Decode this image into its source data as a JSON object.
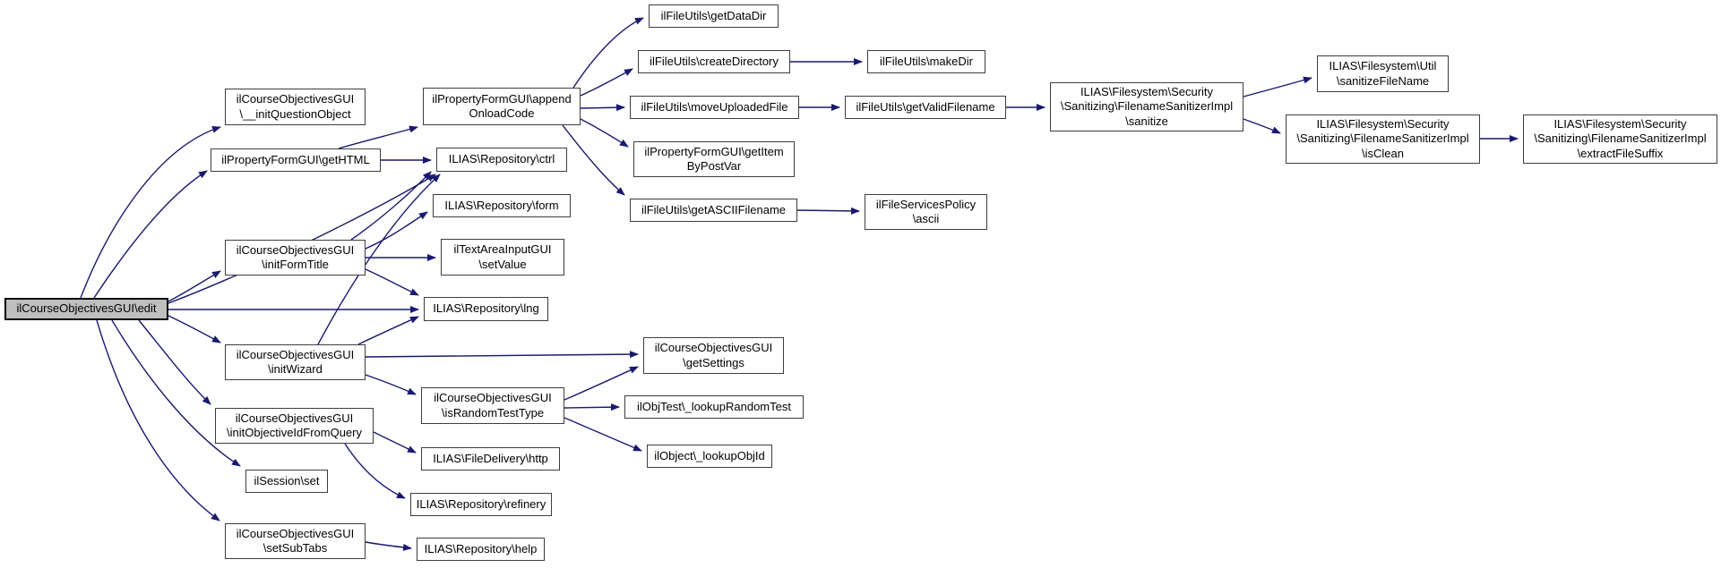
{
  "diagram": {
    "type": "call-graph",
    "direction": "left-to-right",
    "edge_color": "#191970",
    "node_fill": "#ffffff",
    "node_border_color": "#3d3d3d",
    "root_fill": "#bfbfbf",
    "root_border_color": "#000000"
  },
  "nodes": [
    {
      "id": "edit",
      "label": "ilCourseObjectivesGUI\\edit",
      "root": true
    },
    {
      "id": "init-question-object",
      "label": "ilCourseObjectivesGUI\n\\__initQuestionObject"
    },
    {
      "id": "get-html",
      "label": "ilPropertyFormGUI\\getHTML"
    },
    {
      "id": "init-form-title",
      "label": "ilCourseObjectivesGUI\n\\initFormTitle"
    },
    {
      "id": "init-wizard",
      "label": "ilCourseObjectivesGUI\n\\initWizard"
    },
    {
      "id": "init-objective-id-from-query",
      "label": "ilCourseObjectivesGUI\n\\initObjectiveIdFromQuery"
    },
    {
      "id": "session-set",
      "label": "ilSession\\set"
    },
    {
      "id": "set-sub-tabs",
      "label": "ilCourseObjectivesGUI\n\\setSubTabs"
    },
    {
      "id": "append-onload-code",
      "label": "ilPropertyFormGUI\\append\nOnloadCode"
    },
    {
      "id": "ctrl",
      "label": "ILIAS\\Repository\\ctrl"
    },
    {
      "id": "form",
      "label": "ILIAS\\Repository\\form"
    },
    {
      "id": "set-value",
      "label": "ilTextAreaInputGUI\n\\setValue"
    },
    {
      "id": "lng",
      "label": "ILIAS\\Repository\\lng"
    },
    {
      "id": "is-random-test-type",
      "label": "ilCourseObjectivesGUI\n\\isRandomTestType"
    },
    {
      "id": "http",
      "label": "ILIAS\\FileDelivery\\http"
    },
    {
      "id": "refinery",
      "label": "ILIAS\\Repository\\refinery"
    },
    {
      "id": "help",
      "label": "ILIAS\\Repository\\help"
    },
    {
      "id": "get-data-dir",
      "label": "ilFileUtils\\getDataDir"
    },
    {
      "id": "create-directory",
      "label": "ilFileUtils\\createDirectory"
    },
    {
      "id": "move-uploaded-file",
      "label": "ilFileUtils\\moveUploadedFile"
    },
    {
      "id": "get-item-by-post-var",
      "label": "ilPropertyFormGUI\\getItem\nByPostVar"
    },
    {
      "id": "get-ascii-filename",
      "label": "ilFileUtils\\getASCIIFilename"
    },
    {
      "id": "get-settings",
      "label": "ilCourseObjectivesGUI\n\\getSettings"
    },
    {
      "id": "lookup-random-test",
      "label": "ilObjTest\\_lookupRandomTest"
    },
    {
      "id": "lookup-obj-id",
      "label": "ilObject\\_lookupObjId"
    },
    {
      "id": "make-dir",
      "label": "ilFileUtils\\makeDir"
    },
    {
      "id": "get-valid-filename",
      "label": "ilFileUtils\\getValidFilename"
    },
    {
      "id": "ascii",
      "label": "ilFileServicesPolicy\n\\ascii"
    },
    {
      "id": "sanitize",
      "label": "ILIAS\\Filesystem\\Security\n\\Sanitizing\\FilenameSanitizerImpl\n\\sanitize"
    },
    {
      "id": "sanitize-file-name",
      "label": "ILIAS\\Filesystem\\Util\n\\sanitizeFileName"
    },
    {
      "id": "is-clean",
      "label": "ILIAS\\Filesystem\\Security\n\\Sanitizing\\FilenameSanitizerImpl\n\\isClean"
    },
    {
      "id": "extract-file-suffix",
      "label": "ILIAS\\Filesystem\\Security\n\\Sanitizing\\FilenameSanitizerImpl\n\\extractFileSuffix"
    }
  ],
  "edges": [
    {
      "from": "edit",
      "to": "init-question-object"
    },
    {
      "from": "edit",
      "to": "get-html"
    },
    {
      "from": "edit",
      "to": "ctrl"
    },
    {
      "from": "edit",
      "to": "init-form-title"
    },
    {
      "from": "edit",
      "to": "lng"
    },
    {
      "from": "edit",
      "to": "init-wizard"
    },
    {
      "from": "edit",
      "to": "init-objective-id-from-query"
    },
    {
      "from": "edit",
      "to": "session-set"
    },
    {
      "from": "edit",
      "to": "set-sub-tabs"
    },
    {
      "from": "get-html",
      "to": "append-onload-code"
    },
    {
      "from": "get-html",
      "to": "ctrl"
    },
    {
      "from": "append-onload-code",
      "to": "get-data-dir"
    },
    {
      "from": "append-onload-code",
      "to": "create-directory"
    },
    {
      "from": "append-onload-code",
      "to": "move-uploaded-file"
    },
    {
      "from": "append-onload-code",
      "to": "get-item-by-post-var"
    },
    {
      "from": "append-onload-code",
      "to": "get-ascii-filename"
    },
    {
      "from": "create-directory",
      "to": "make-dir"
    },
    {
      "from": "move-uploaded-file",
      "to": "get-valid-filename"
    },
    {
      "from": "get-valid-filename",
      "to": "sanitize"
    },
    {
      "from": "sanitize",
      "to": "sanitize-file-name"
    },
    {
      "from": "sanitize",
      "to": "is-clean"
    },
    {
      "from": "is-clean",
      "to": "extract-file-suffix"
    },
    {
      "from": "get-ascii-filename",
      "to": "ascii"
    },
    {
      "from": "init-form-title",
      "to": "ctrl"
    },
    {
      "from": "init-form-title",
      "to": "form"
    },
    {
      "from": "init-form-title",
      "to": "set-value"
    },
    {
      "from": "init-form-title",
      "to": "lng"
    },
    {
      "from": "init-wizard",
      "to": "ctrl"
    },
    {
      "from": "init-wizard",
      "to": "lng"
    },
    {
      "from": "init-wizard",
      "to": "get-settings"
    },
    {
      "from": "init-wizard",
      "to": "is-random-test-type"
    },
    {
      "from": "init-objective-id-from-query",
      "to": "http"
    },
    {
      "from": "init-objective-id-from-query",
      "to": "refinery"
    },
    {
      "from": "is-random-test-type",
      "to": "get-settings"
    },
    {
      "from": "is-random-test-type",
      "to": "lookup-random-test"
    },
    {
      "from": "is-random-test-type",
      "to": "lookup-obj-id"
    },
    {
      "from": "set-sub-tabs",
      "to": "help"
    }
  ]
}
